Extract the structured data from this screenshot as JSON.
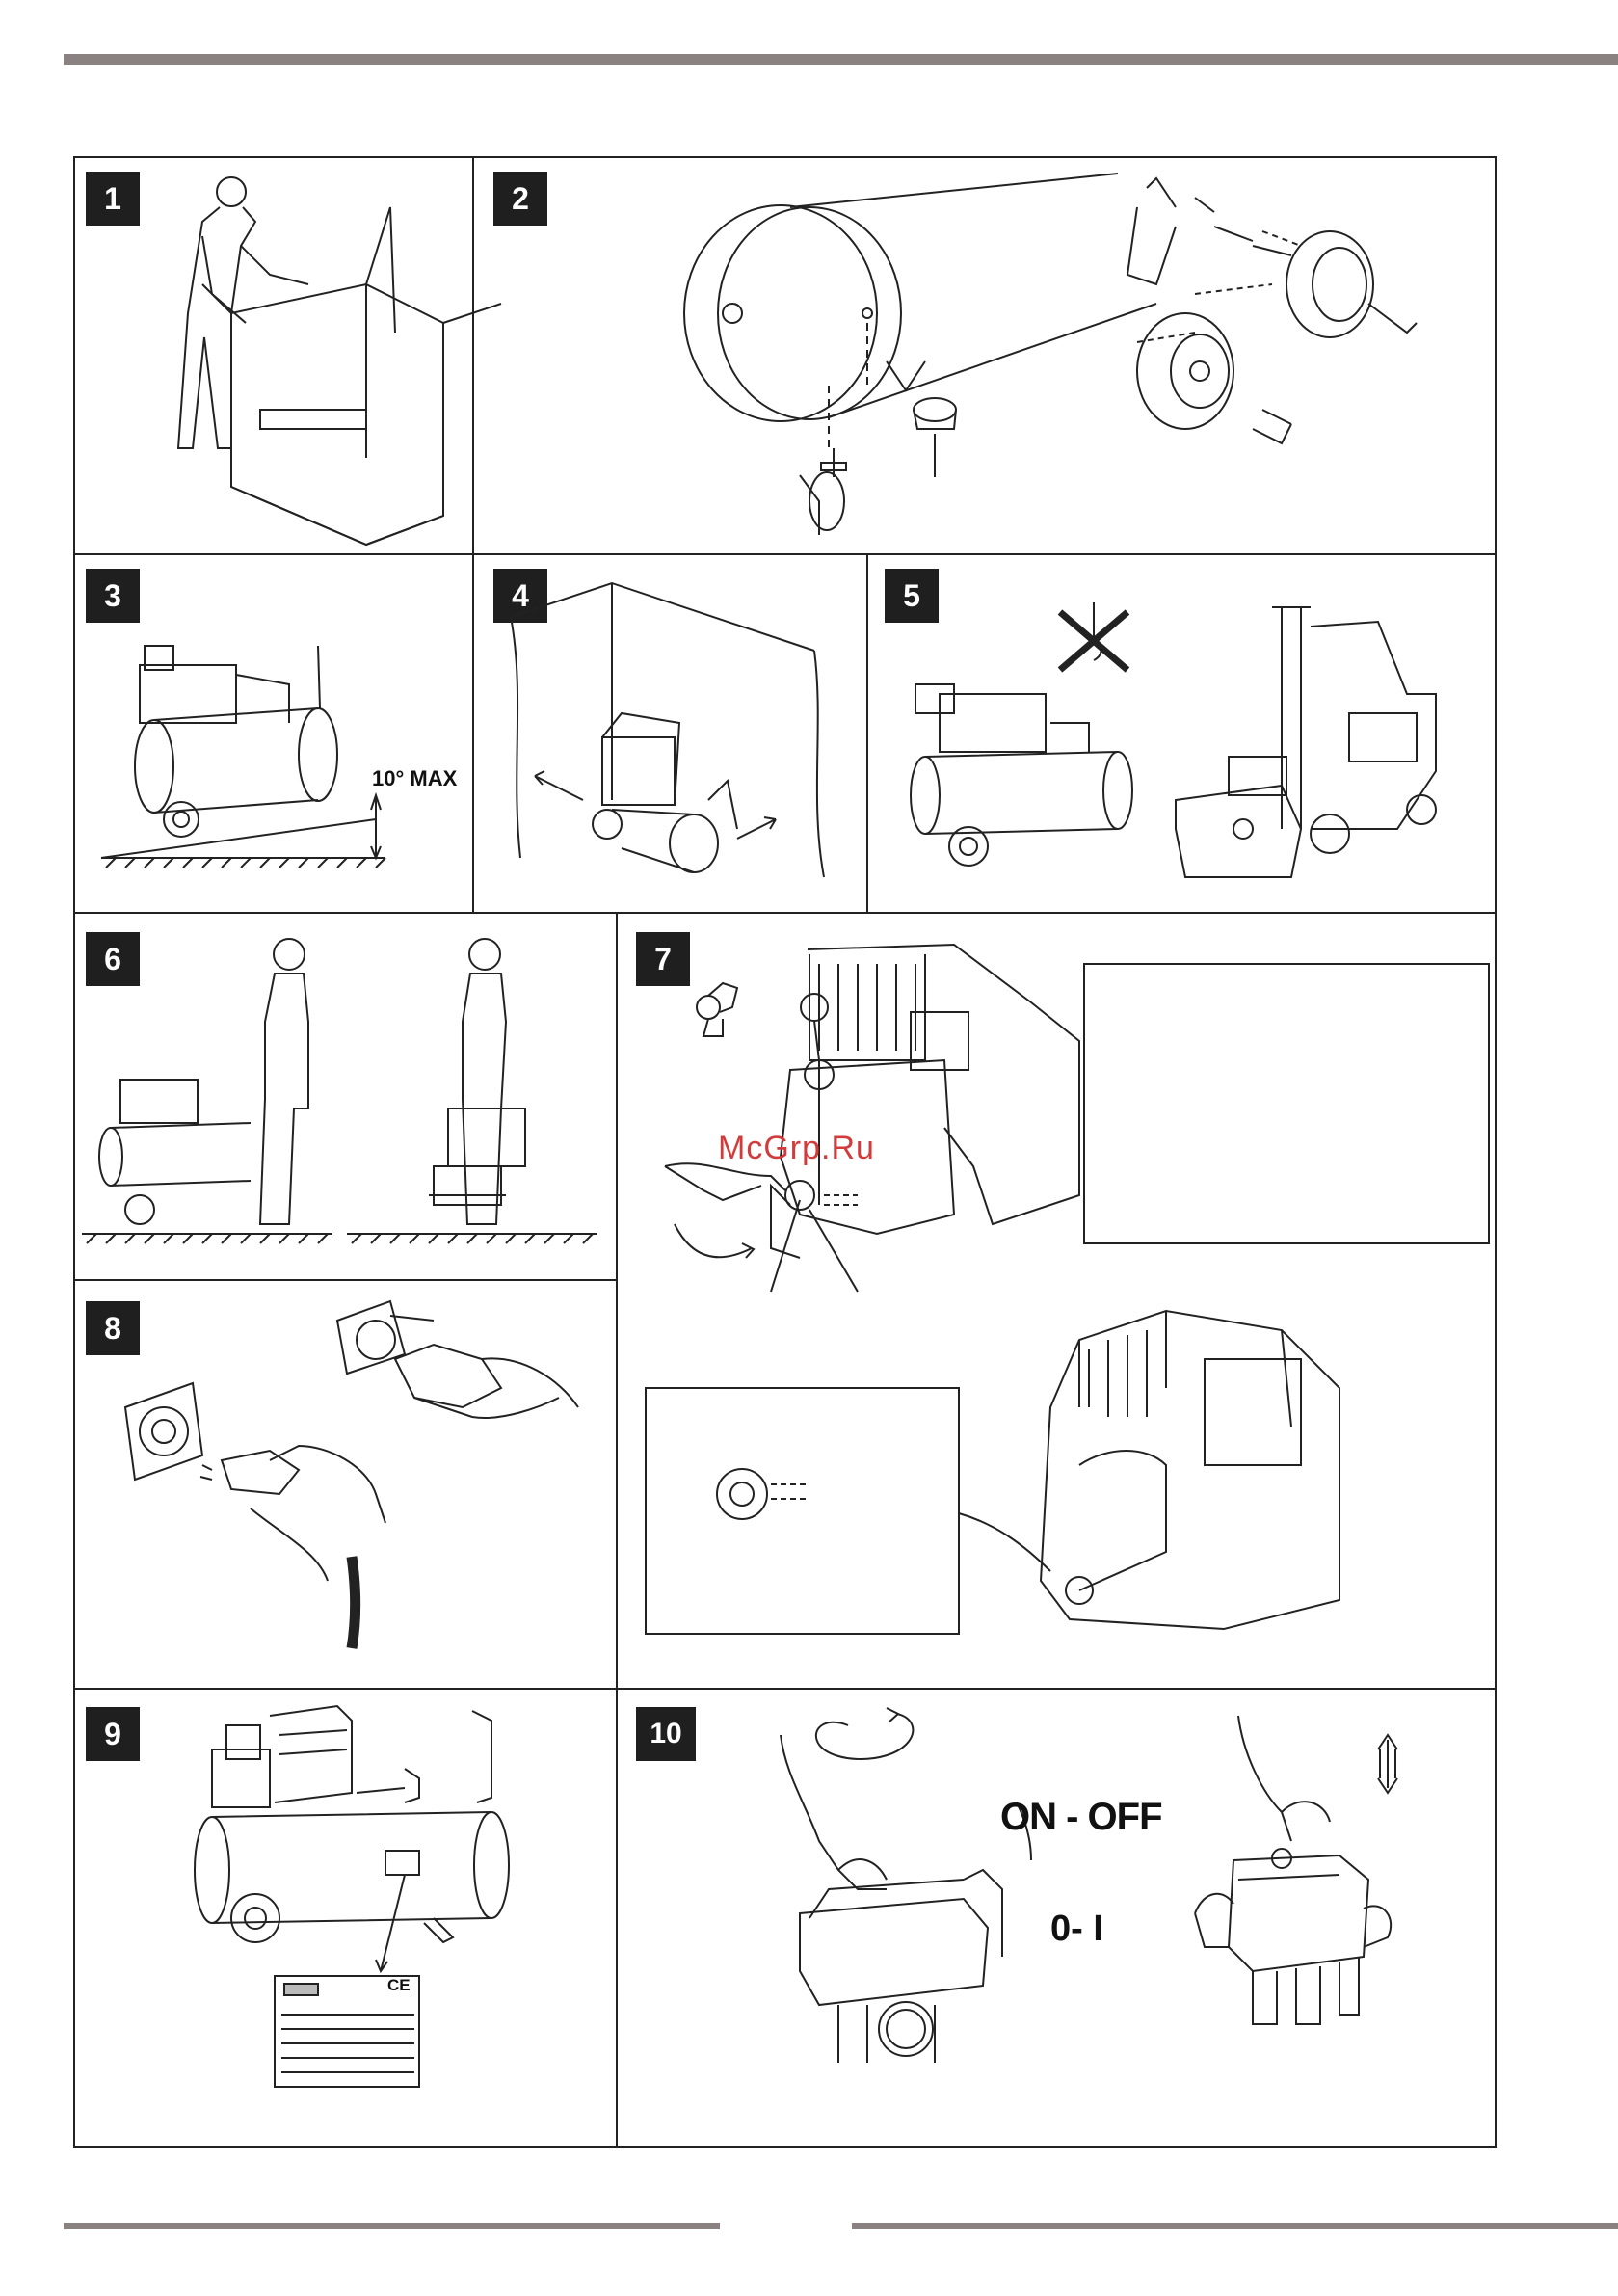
{
  "steps": [
    "1",
    "2",
    "3",
    "4",
    "5",
    "6",
    "7",
    "8",
    "9",
    "10"
  ],
  "labels": {
    "tilt": "10° MAX",
    "on_off": "ON - OFF",
    "zero_one": "0- I",
    "ce": "CE"
  },
  "watermark": "McGrp.Ru",
  "colors": {
    "rule": "#8a8280",
    "frame": "#222222",
    "badge": "#1f1f1f",
    "watermark": "#d23b3b"
  }
}
